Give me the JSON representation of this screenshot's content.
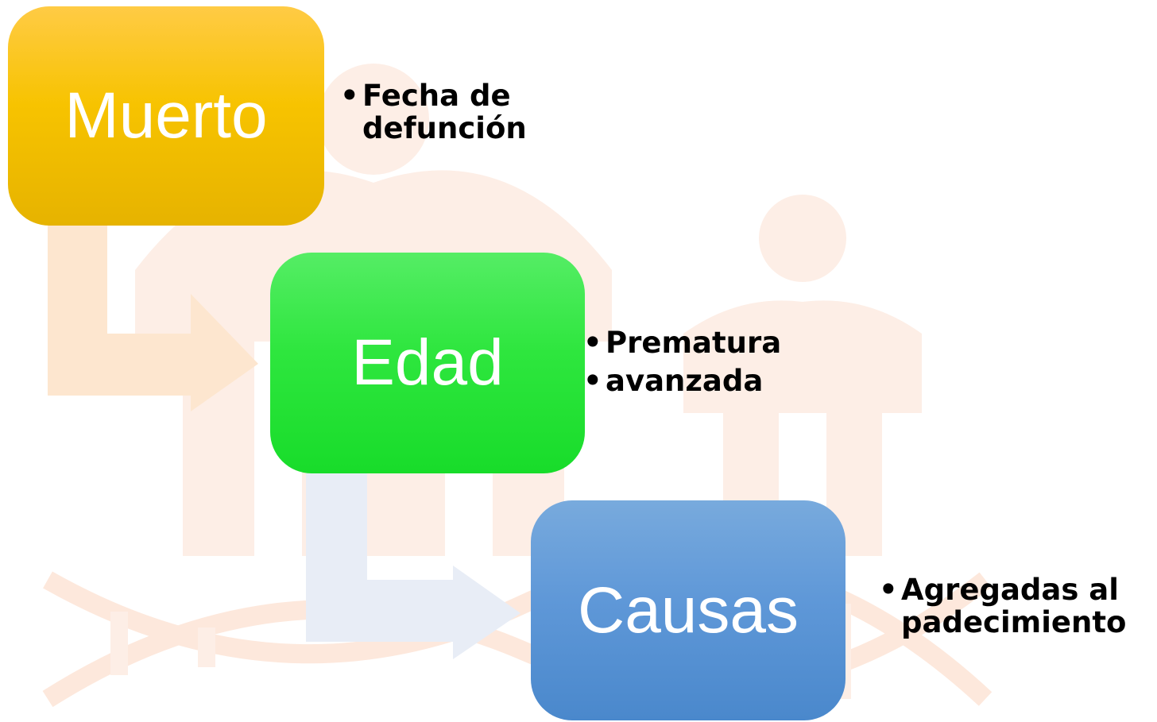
{
  "colors": {
    "muerto": "#f7c300",
    "edad": "#2ee63e",
    "causas": "#5f98d8",
    "arrow_1": "#fde6cf",
    "arrow_2": "#e8edf6",
    "watermark": "#fdeee6",
    "bullet_text": "#000000"
  },
  "steps": [
    {
      "label": "Muerto",
      "bullets": [
        "Fecha de defunción"
      ]
    },
    {
      "label": "Edad",
      "bullets": [
        "Prematura",
        "avanzada"
      ]
    },
    {
      "label": "Causas",
      "bullets": [
        "Agregadas al padecimiento"
      ]
    }
  ]
}
